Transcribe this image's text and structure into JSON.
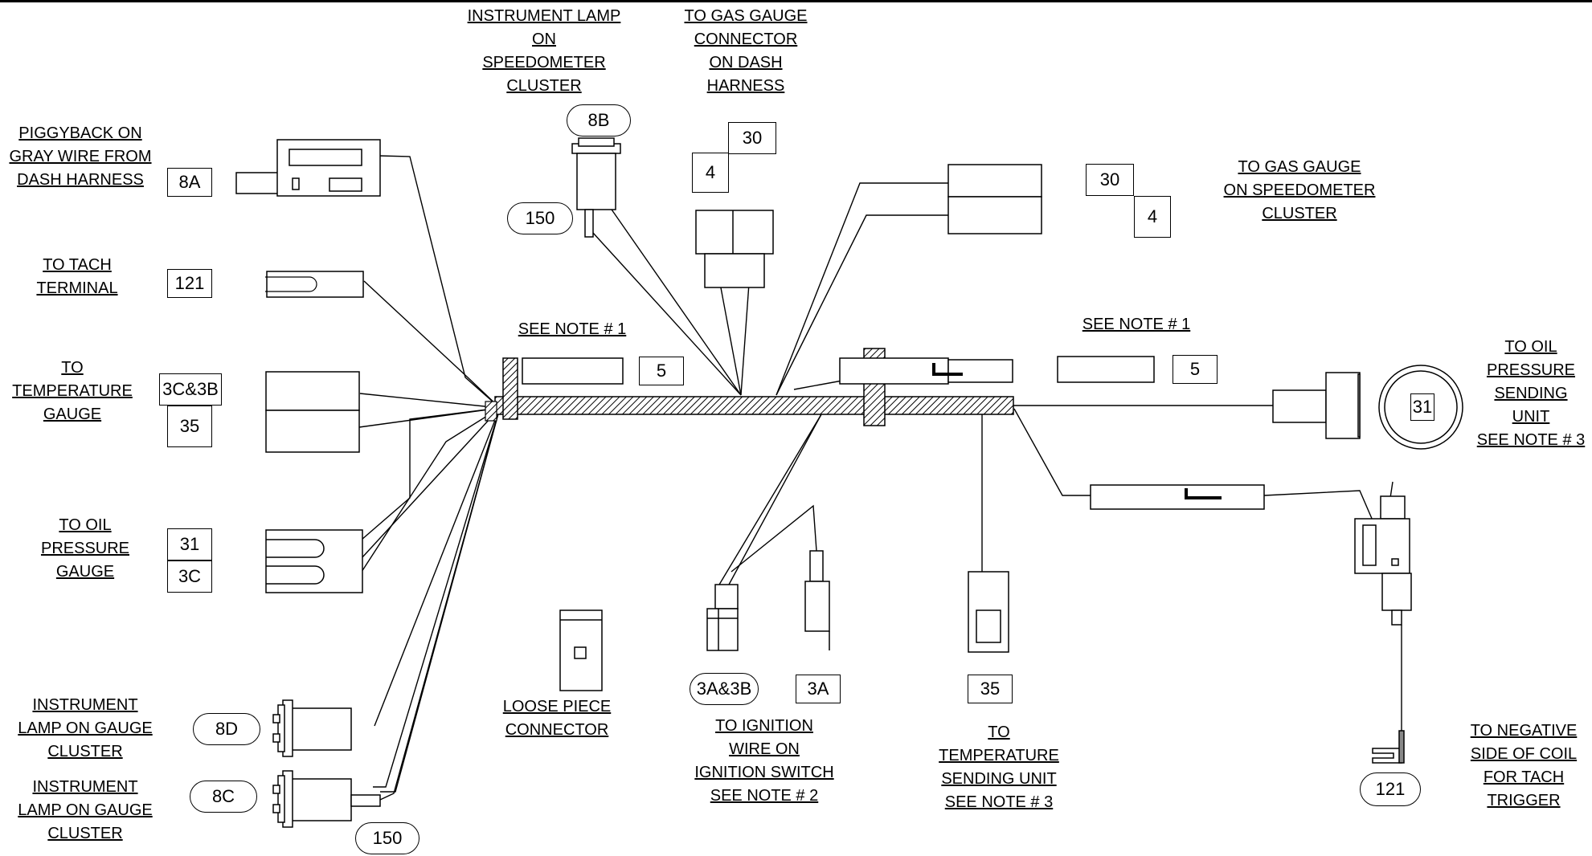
{
  "labels": {
    "instrument_lamp_speedo": [
      "INSTRUMENT LAMP",
      "ON",
      "SPEEDOMETER",
      "CLUSTER"
    ],
    "gas_gauge_connector": [
      "TO GAS GAUGE",
      "CONNECTOR",
      "ON DASH",
      "HARNESS"
    ],
    "piggyback": [
      "PIGGYBACK ON",
      "GRAY WIRE FROM",
      "DASH HARNESS"
    ],
    "tach_terminal": [
      "TO TACH",
      "TERMINAL"
    ],
    "temperature_gauge": [
      "TO",
      "TEMPERATURE",
      "GAUGE"
    ],
    "oil_pressure_gauge": [
      "TO OIL",
      "PRESSURE",
      "GAUGE"
    ],
    "instrument_lamp_gauge_1": [
      "INSTRUMENT",
      "LAMP ON GAUGE",
      "CLUSTER"
    ],
    "instrument_lamp_gauge_2": [
      "INSTRUMENT",
      "LAMP ON GAUGE",
      "CLUSTER"
    ],
    "loose_piece": [
      "LOOSE PIECE",
      "CONNECTOR"
    ],
    "ignition_switch": [
      "TO IGNITION",
      "WIRE ON",
      "IGNITION SWITCH",
      "SEE NOTE # 2"
    ],
    "temp_sending_unit": [
      "TO",
      "TEMPERATURE",
      "SENDING UNIT",
      "SEE NOTE # 3"
    ],
    "gas_gauge_speedo": [
      "TO GAS GAUGE",
      "ON SPEEDOMETER",
      "CLUSTER"
    ],
    "oil_sending_unit": [
      "TO OIL",
      "PRESSURE",
      "SENDING",
      "UNIT",
      "SEE NOTE # 3"
    ],
    "negative_coil": [
      "TO NEGATIVE",
      "SIDE OF COIL",
      "FOR TACH",
      "TRIGGER"
    ],
    "see_note_1_left": [
      "SEE NOTE # 1"
    ],
    "see_note_1_right": [
      "SEE NOTE # 1"
    ]
  },
  "tags": {
    "t_8b": "8B",
    "t_150_top": "150",
    "t_30_left": "30",
    "t_4_left": "4",
    "t_8a": "8A",
    "t_121_left": "121",
    "t_3c3b": "3C&3B",
    "t_35_left": "35",
    "t_31_left": "31",
    "t_3c": "3C",
    "t_8d": "8D",
    "t_8c": "8C",
    "t_150_bottom": "150",
    "t_5_left": "5",
    "t_5_right": "5",
    "t_30_right": "30",
    "t_4_right": "4",
    "t_31_right": "31",
    "t_3a3b": "3A&3B",
    "t_3a": "3A",
    "t_35_bottom": "35",
    "t_121_right": "121"
  }
}
